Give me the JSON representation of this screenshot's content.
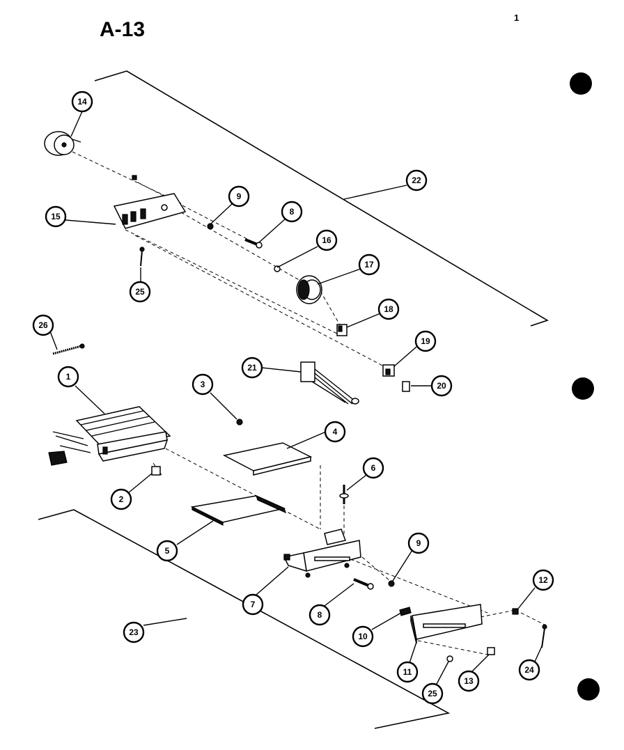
{
  "page": {
    "title": "A-13",
    "page_number": "1"
  },
  "callouts": [
    {
      "id": "c14a",
      "label": "14"
    },
    {
      "id": "c22",
      "label": "22"
    },
    {
      "id": "c15",
      "label": "15"
    },
    {
      "id": "c9a",
      "label": "9"
    },
    {
      "id": "c8a",
      "label": "8"
    },
    {
      "id": "c16",
      "label": "16"
    },
    {
      "id": "c17",
      "label": "17"
    },
    {
      "id": "c25a",
      "label": "25"
    },
    {
      "id": "c18",
      "label": "18"
    },
    {
      "id": "c26",
      "label": "26"
    },
    {
      "id": "c19",
      "label": "19"
    },
    {
      "id": "c21",
      "label": "21"
    },
    {
      "id": "c20",
      "label": "20"
    },
    {
      "id": "c1",
      "label": "1"
    },
    {
      "id": "c3",
      "label": "3"
    },
    {
      "id": "c4",
      "label": "4"
    },
    {
      "id": "c6",
      "label": "6"
    },
    {
      "id": "c2",
      "label": "2"
    },
    {
      "id": "c5",
      "label": "5"
    },
    {
      "id": "c9b",
      "label": "9"
    },
    {
      "id": "c12",
      "label": "12"
    },
    {
      "id": "c7",
      "label": "7"
    },
    {
      "id": "c8b",
      "label": "8"
    },
    {
      "id": "c10",
      "label": "10"
    },
    {
      "id": "c23",
      "label": "23"
    },
    {
      "id": "c11",
      "label": "11"
    },
    {
      "id": "c24",
      "label": "24"
    },
    {
      "id": "c13",
      "label": "13"
    },
    {
      "id": "c25b",
      "label": "25"
    }
  ]
}
